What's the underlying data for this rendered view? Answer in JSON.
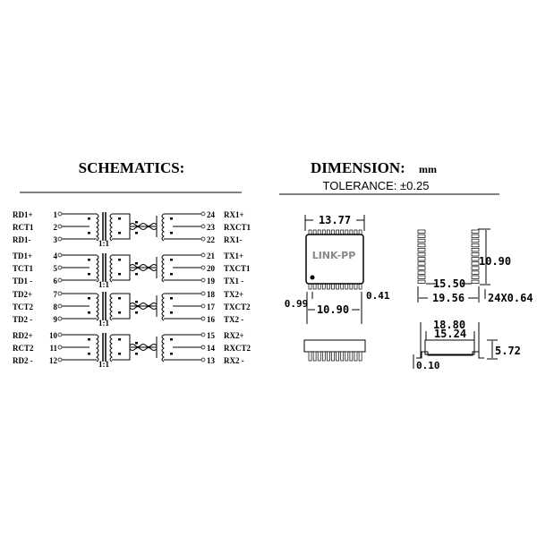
{
  "schematics": {
    "title": "SCHEMATICS:",
    "ratio_label": "1:1",
    "groups": [
      {
        "left": [
          [
            "RD1+",
            "1"
          ],
          [
            "RCT1",
            "2"
          ],
          [
            "RD1-",
            "3"
          ]
        ],
        "right": [
          [
            "24",
            "RX1+"
          ],
          [
            "23",
            "RXCT1"
          ],
          [
            "22",
            "RX1-"
          ]
        ]
      },
      {
        "left": [
          [
            "TD1+",
            "4"
          ],
          [
            "TCT1",
            "5"
          ],
          [
            "TD1 -",
            "6"
          ]
        ],
        "right": [
          [
            "21",
            "TX1+"
          ],
          [
            "20",
            "TXCT1"
          ],
          [
            "19",
            "TX1 -"
          ]
        ]
      },
      {
        "left": [
          [
            "TD2+",
            "7"
          ],
          [
            "TCT2",
            "8"
          ],
          [
            "TD2 -",
            "9"
          ]
        ],
        "right": [
          [
            "18",
            "TX2+"
          ],
          [
            "17",
            "TXCT2"
          ],
          [
            "16",
            "TX2 -"
          ]
        ]
      },
      {
        "left": [
          [
            "RD2+",
            "10"
          ],
          [
            "RCT2",
            "11"
          ],
          [
            "RD2 -",
            "12"
          ]
        ],
        "right": [
          [
            "15",
            "RX2+"
          ],
          [
            "14",
            "RXCT2"
          ],
          [
            "13",
            "RX2 -"
          ]
        ]
      }
    ]
  },
  "dimension": {
    "title": "DIMENSION:",
    "unit": "mm",
    "tolerance": "TOLERANCE:  ±0.25",
    "brand": "LINK-PP",
    "d_width": "13.77",
    "d_pitch": "0.99",
    "d_pin_width": "0.41",
    "d_span": "10.90",
    "d_pad_height": "10.90",
    "d_pad_inner": "15.50",
    "d_pad_outer": "19.56",
    "d_pad_size": "24X0.64",
    "d_total_len": "18.80",
    "d_body_len": "15.24",
    "d_height": "5.72",
    "d_standoff": "0.10"
  }
}
